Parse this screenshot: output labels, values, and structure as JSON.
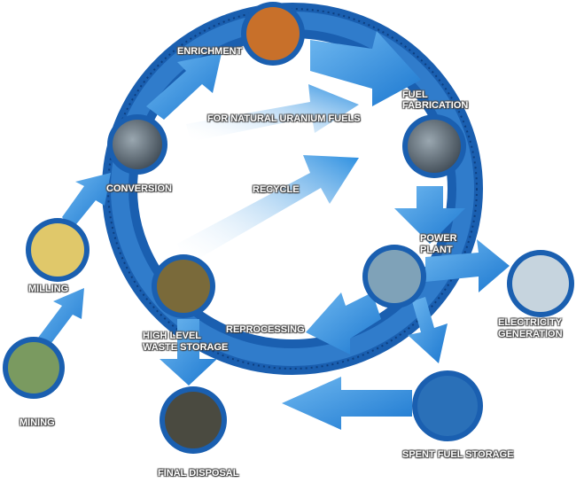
{
  "title": "Nuclear Fuel Cycle",
  "colors": {
    "ring": "#1f6fc4",
    "arrow": "#2a8ee0",
    "arrow_light": "#7cc2f2",
    "label_shadow": "#333333"
  },
  "stages": {
    "enrichment": "ENRICHMENT",
    "fuel_fabrication_1": "FUEL",
    "fuel_fabrication_2": "FABRICATION",
    "natural_uranium": "FOR NATURAL URANIUM FUELS",
    "conversion": "CONVERSION",
    "recycle": "RECYCLE",
    "power_plant_1": "POWER",
    "power_plant_2": "PLANT",
    "milling": "MILLING",
    "electricity_1": "ELECTRICITY",
    "electricity_2": "GENERATION",
    "hlw_1": "HIGH LEVEL",
    "hlw_2": "WASTE STORAGE",
    "reprocessing": "REPROCESSING",
    "mining": "MINING",
    "spent_fuel": "SPENT FUEL STORAGE",
    "final_disposal": "FINAL DISPOSAL"
  }
}
